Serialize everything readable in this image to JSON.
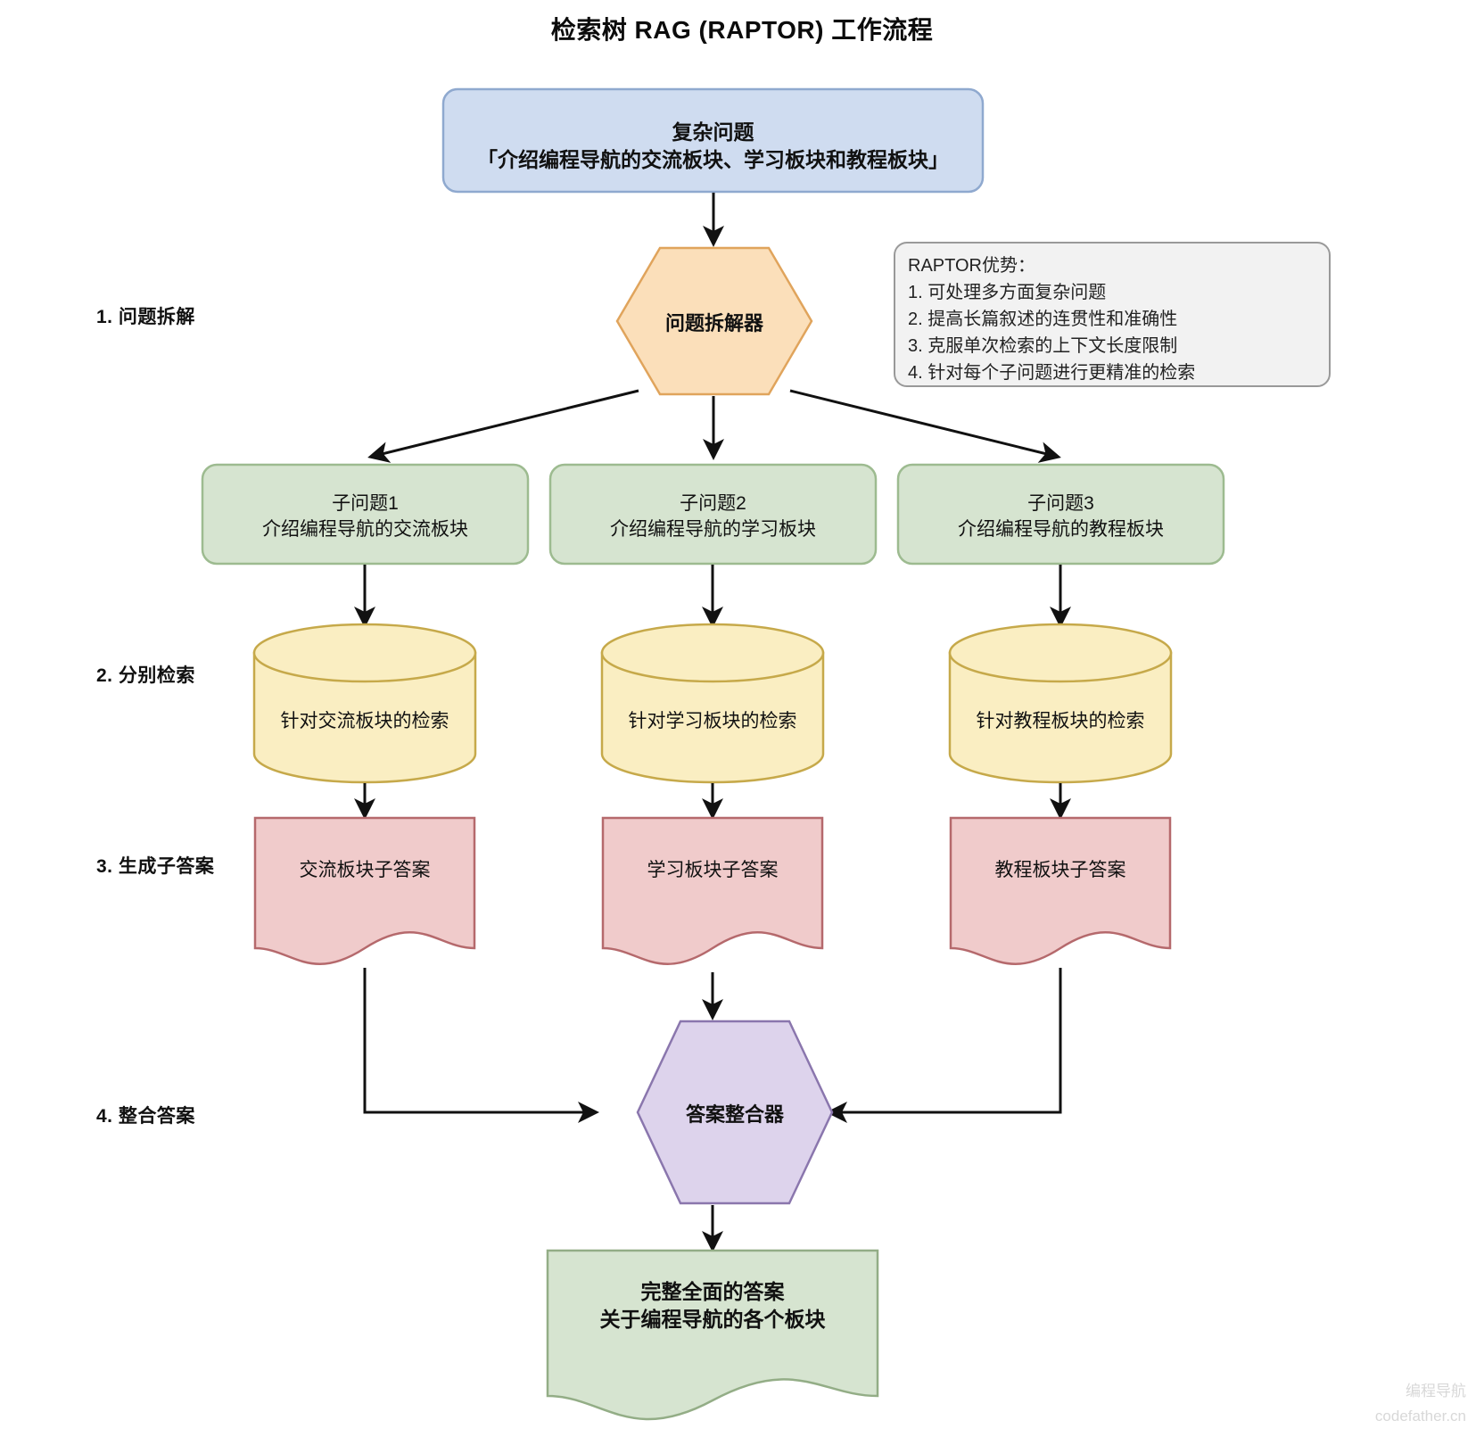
{
  "title": "检索树 RAG (RAPTOR) 工作流程",
  "stage_labels": [
    {
      "id": "stage-1",
      "text": "1. 问题拆解"
    },
    {
      "id": "stage-2",
      "text": "2. 分别检索"
    },
    {
      "id": "stage-3",
      "text": "3. 生成子答案"
    },
    {
      "id": "stage-4",
      "text": "4. 整合答案"
    }
  ],
  "nodes": {
    "complex_question": {
      "line1": "复杂问题",
      "line2": "「介绍编程导航的交流板块、学习板块和教程板块」",
      "fill": "#cfdcf0",
      "stroke": "#8fa9cf"
    },
    "decomposer": {
      "label": "问题拆解器",
      "fill": "#fbdfba",
      "stroke": "#e0a45c"
    },
    "subquestions": [
      {
        "line1": "子问题1",
        "line2": "介绍编程导航的交流板块"
      },
      {
        "line1": "子问题2",
        "line2": "介绍编程导航的学习板块"
      },
      {
        "line1": "子问题3",
        "line2": "介绍编程导航的教程板块"
      }
    ],
    "subquestion_style": {
      "fill": "#d6e4d0",
      "stroke": "#9dbb90"
    },
    "retrievals": [
      {
        "label": "针对交流板块的检索"
      },
      {
        "label": "针对学习板块的检索"
      },
      {
        "label": "针对教程板块的检索"
      }
    ],
    "retrieval_style": {
      "fill": "#faeec2",
      "stroke": "#c6a94a"
    },
    "sub_answers": [
      {
        "label": "交流板块子答案"
      },
      {
        "label": "学习板块子答案"
      },
      {
        "label": "教程板块子答案"
      }
    ],
    "sub_answer_style": {
      "fill": "#f0cbcb",
      "stroke": "#b5696c"
    },
    "integrator": {
      "label": "答案整合器",
      "fill": "#ddd3ec",
      "stroke": "#8a76ad"
    },
    "final_answer": {
      "line1": "完整全面的答案",
      "line2": "关于编程导航的各个板块",
      "fill": "#d6e4d0",
      "stroke": "#93ad86"
    }
  },
  "note": {
    "heading": "RAPTOR优势：",
    "items": [
      "1. 可处理多方面复杂问题",
      "2. 提高长篇叙述的连贯性和准确性",
      "3. 克服单次检索的上下文长度限制",
      "4. 针对每个子问题进行更精准的检索"
    ],
    "fill": "#f2f2f2",
    "stroke": "#999999"
  },
  "watermark": {
    "line1": "编程导航",
    "line2": "codefather.cn"
  },
  "chart_data": {
    "type": "diagram",
    "title": "检索树 RAG (RAPTOR) 工作流程",
    "stages": [
      "1. 问题拆解",
      "2. 分别检索",
      "3. 生成子答案",
      "4. 整合答案"
    ],
    "edges": [
      {
        "from": "复杂问题",
        "to": "问题拆解器"
      },
      {
        "from": "问题拆解器",
        "to": "子问题1"
      },
      {
        "from": "问题拆解器",
        "to": "子问题2"
      },
      {
        "from": "问题拆解器",
        "to": "子问题3"
      },
      {
        "from": "子问题1",
        "to": "针对交流板块的检索"
      },
      {
        "from": "子问题2",
        "to": "针对学习板块的检索"
      },
      {
        "from": "子问题3",
        "to": "针对教程板块的检索"
      },
      {
        "from": "针对交流板块的检索",
        "to": "交流板块子答案"
      },
      {
        "from": "针对学习板块的检索",
        "to": "学习板块子答案"
      },
      {
        "from": "针对教程板块的检索",
        "to": "教程板块子答案"
      },
      {
        "from": "交流板块子答案",
        "to": "答案整合器"
      },
      {
        "from": "学习板块子答案",
        "to": "答案整合器"
      },
      {
        "from": "教程板块子答案",
        "to": "答案整合器"
      },
      {
        "from": "答案整合器",
        "to": "完整全面的答案"
      }
    ]
  }
}
